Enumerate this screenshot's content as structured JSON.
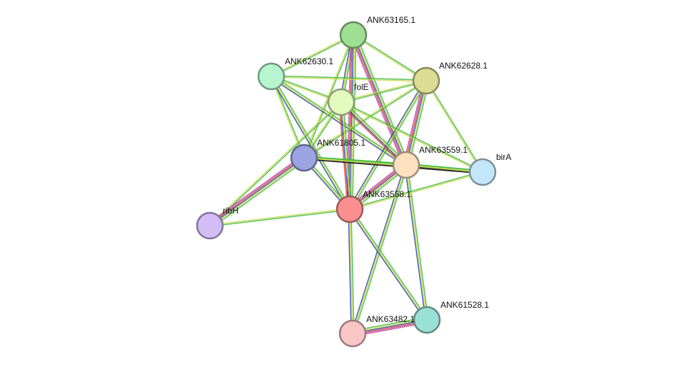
{
  "nodes": [
    {
      "id": "ANK63165.1",
      "label": "ANK63165.1",
      "color": "#9fdf93"
    },
    {
      "id": "ANK62630.1",
      "label": "ANK62630.1",
      "color": "#b6f5cf"
    },
    {
      "id": "ANK62628.1",
      "label": "ANK62628.1",
      "color": "#dcdc96"
    },
    {
      "id": "folE",
      "label": "folE",
      "color": "#e2fbbd"
    },
    {
      "id": "ANK61805.1",
      "label": "ANK61805.1",
      "color": "#9ba3e0"
    },
    {
      "id": "ANK63559.1",
      "label": "ANK63559.1",
      "color": "#fce0c0"
    },
    {
      "id": "birA",
      "label": "birA",
      "color": "#c4e6fa"
    },
    {
      "id": "ANK63558.1",
      "label": "ANK63558.1",
      "color": "#fa8f8f"
    },
    {
      "id": "ribH",
      "label": "ribH",
      "color": "#d2bdf7"
    },
    {
      "id": "ANK63482.1",
      "label": "ANK63482.1",
      "color": "#f8c6c6"
    },
    {
      "id": "ANK61528.1",
      "label": "ANK61528.1",
      "color": "#9be0d4"
    }
  ],
  "edges": [
    {
      "source": "ANK63165.1",
      "target": "ANK62630.1",
      "colors": [
        "#38b838",
        "#c8d84a"
      ]
    },
    {
      "source": "ANK63165.1",
      "target": "ANK62628.1",
      "colors": [
        "#38b838",
        "#c8d84a"
      ]
    },
    {
      "source": "ANK63165.1",
      "target": "folE",
      "colors": [
        "#38b838",
        "#c8d84a",
        "#2c3e9b"
      ]
    },
    {
      "source": "ANK63165.1",
      "target": "ANK61805.1",
      "colors": [
        "#38b838",
        "#c8d84a"
      ]
    },
    {
      "source": "ANK63165.1",
      "target": "ANK63559.1",
      "colors": [
        "#38b838",
        "#c8d84a",
        "#2c3e9b",
        "#e0333a",
        "#b040b0"
      ]
    },
    {
      "source": "ANK63165.1",
      "target": "ANK63558.1",
      "colors": [
        "#38b838",
        "#c8d84a",
        "#2c3e9b",
        "#e0333a",
        "#b040b0"
      ]
    },
    {
      "source": "ANK62630.1",
      "target": "ANK62628.1",
      "colors": [
        "#38b838",
        "#c8d84a"
      ]
    },
    {
      "source": "ANK62630.1",
      "target": "folE",
      "colors": [
        "#38b838",
        "#c8d84a"
      ]
    },
    {
      "source": "ANK62630.1",
      "target": "ANK61805.1",
      "colors": [
        "#38b838",
        "#c8d84a"
      ]
    },
    {
      "source": "ANK62630.1",
      "target": "ANK63559.1",
      "colors": [
        "#38b838",
        "#c8d84a",
        "#2c3e9b"
      ]
    },
    {
      "source": "ANK62630.1",
      "target": "ANK63558.1",
      "colors": [
        "#38b838",
        "#c8d84a",
        "#2c3e9b"
      ]
    },
    {
      "source": "ANK62628.1",
      "target": "folE",
      "colors": [
        "#38b838",
        "#c8d84a"
      ]
    },
    {
      "source": "ANK62628.1",
      "target": "ANK61805.1",
      "colors": [
        "#38b838",
        "#c8d84a"
      ]
    },
    {
      "source": "ANK62628.1",
      "target": "ANK63559.1",
      "colors": [
        "#38b838",
        "#c8d84a",
        "#2c3e9b",
        "#e0333a",
        "#b040b0"
      ]
    },
    {
      "source": "ANK62628.1",
      "target": "ANK63558.1",
      "colors": [
        "#38b838",
        "#c8d84a",
        "#2c3e9b"
      ]
    },
    {
      "source": "ANK62628.1",
      "target": "birA",
      "colors": [
        "#38b838",
        "#c8d84a"
      ]
    },
    {
      "source": "folE",
      "target": "ANK61805.1",
      "colors": [
        "#38b838",
        "#c8d84a"
      ]
    },
    {
      "source": "folE",
      "target": "ANK63559.1",
      "colors": [
        "#38b838",
        "#c8d84a",
        "#2c3e9b",
        "#e0333a"
      ]
    },
    {
      "source": "folE",
      "target": "ANK63558.1",
      "colors": [
        "#38b838",
        "#c8d84a",
        "#2c3e9b",
        "#e0333a"
      ]
    },
    {
      "source": "folE",
      "target": "birA",
      "colors": [
        "#38b838",
        "#c8d84a"
      ]
    },
    {
      "source": "folE",
      "target": "ribH",
      "colors": [
        "#38b838",
        "#c8d84a"
      ]
    },
    {
      "source": "ANK61805.1",
      "target": "ANK63559.1",
      "colors": [
        "#38b838",
        "#c8d84a",
        "#1a1a1a"
      ]
    },
    {
      "source": "ANK61805.1",
      "target": "ANK63558.1",
      "colors": [
        "#38b838",
        "#c8d84a",
        "#2c3e9b"
      ]
    },
    {
      "source": "ANK61805.1",
      "target": "birA",
      "colors": [
        "#38b838",
        "#c8d84a",
        "#1a1a1a"
      ]
    },
    {
      "source": "ANK61805.1",
      "target": "ribH",
      "colors": [
        "#38b838",
        "#c8d84a",
        "#2c3e9b",
        "#e0333a",
        "#b040b0"
      ]
    },
    {
      "source": "ANK63559.1",
      "target": "ANK63558.1",
      "colors": [
        "#38b838",
        "#c8d84a",
        "#2c3e9b",
        "#e0333a",
        "#b040b0"
      ]
    },
    {
      "source": "ANK63559.1",
      "target": "birA",
      "colors": [
        "#38b838",
        "#c8d84a",
        "#1a1a1a"
      ]
    },
    {
      "source": "ANK63559.1",
      "target": "ANK63482.1",
      "colors": [
        "#38b838",
        "#c8d84a",
        "#2c3e9b"
      ]
    },
    {
      "source": "ANK63559.1",
      "target": "ANK61528.1",
      "colors": [
        "#38b838",
        "#c8d84a",
        "#2c3e9b"
      ]
    },
    {
      "source": "ANK63558.1",
      "target": "birA",
      "colors": [
        "#38b838",
        "#c8d84a"
      ]
    },
    {
      "source": "ANK63558.1",
      "target": "ribH",
      "colors": [
        "#38b838",
        "#c8d84a"
      ]
    },
    {
      "source": "ANK63558.1",
      "target": "ANK63482.1",
      "colors": [
        "#38b838",
        "#c8d84a",
        "#2c3e9b"
      ]
    },
    {
      "source": "ANK63558.1",
      "target": "ANK61528.1",
      "colors": [
        "#38b838",
        "#c8d84a",
        "#2c3e9b"
      ]
    },
    {
      "source": "ANK63482.1",
      "target": "ANK61528.1",
      "colors": [
        "#38b838",
        "#c8d84a",
        "#2c3e9b",
        "#e0333a",
        "#b040b0"
      ]
    }
  ]
}
